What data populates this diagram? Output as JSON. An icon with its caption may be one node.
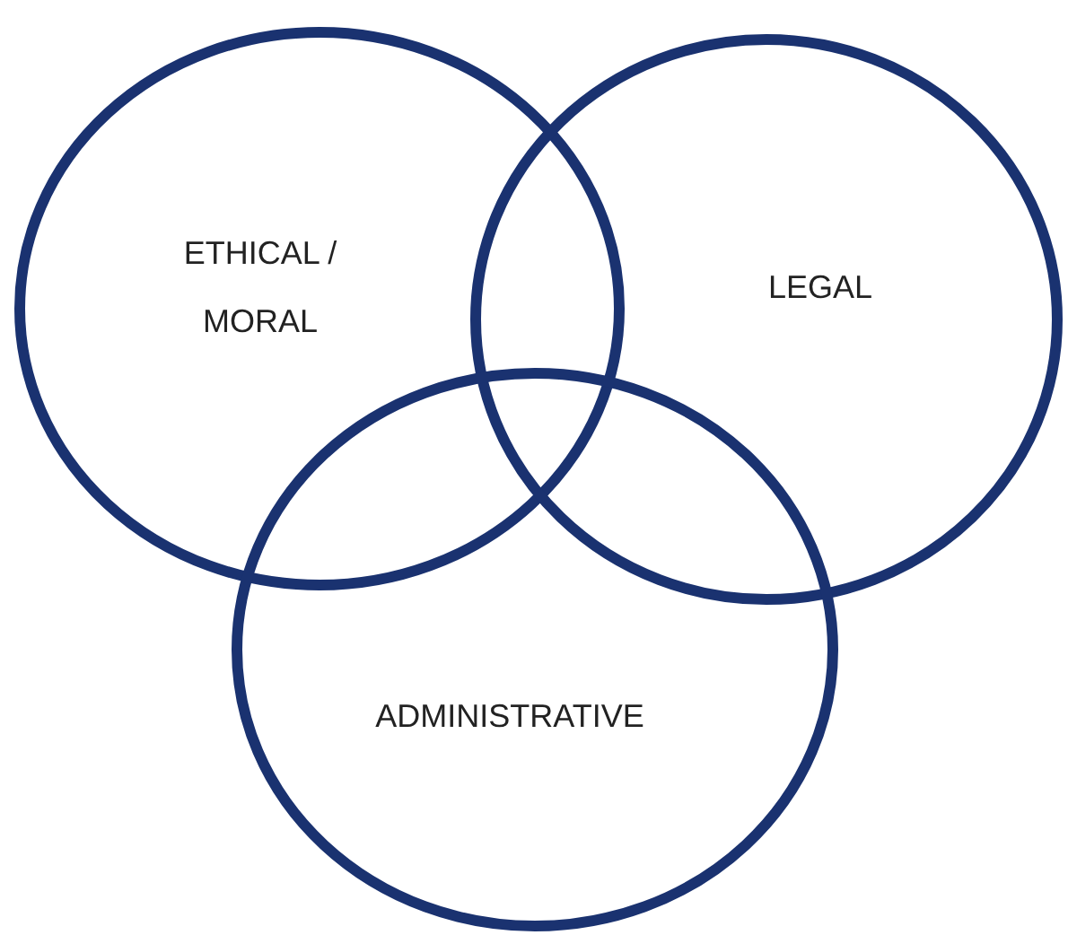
{
  "diagram": {
    "nodes": [
      {
        "text": [
          "ETHICAL / MORAL"
        ]
      },
      {
        "text": [
          "LEGAL"
        ]
      },
      {
        "text": [
          "ADMINISTRATIVE"
        ]
      }
    ]
  }
}
